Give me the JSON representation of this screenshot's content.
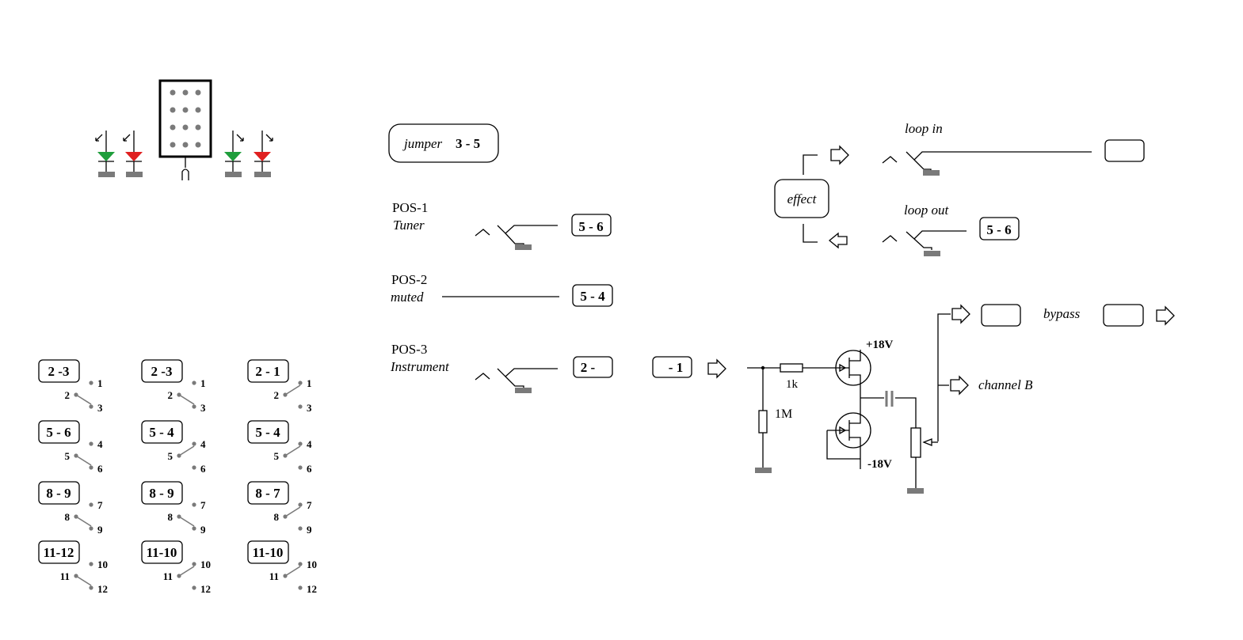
{
  "jumper": {
    "label": "jumper",
    "value": "3 - 5"
  },
  "positions": [
    {
      "name": "POS-1",
      "sub": "Tuner",
      "jumper": "5 - 6"
    },
    {
      "name": "POS-2",
      "sub": "muted",
      "jumper": "5 - 4"
    },
    {
      "name": "POS-3",
      "sub": "Instrument",
      "jumper_a": "2 -",
      "jumper_b": "- 1"
    }
  ],
  "loop": {
    "effect": "effect",
    "in": "loop in",
    "out": "loop out",
    "out_jumper": "5 - 6"
  },
  "circuit": {
    "r1": "1k",
    "r2": "1M",
    "vplus": "+18V",
    "vminus": "-18V",
    "bypass": "bypass",
    "channel_b": "channel B"
  },
  "switch_matrix": {
    "columns": [
      [
        "2 -3",
        "5 - 6",
        "8 - 9",
        "11-12"
      ],
      [
        "2 -3",
        "5 - 4",
        "8 - 9",
        "11-10"
      ],
      [
        "2 - 1",
        "5 - 4",
        "8 - 7",
        "11-10"
      ]
    ],
    "pins": [
      [
        "1",
        "2",
        "3"
      ],
      [
        "4",
        "5",
        "6"
      ],
      [
        "7",
        "8",
        "9"
      ],
      [
        "10",
        "11",
        "12"
      ]
    ]
  },
  "colors": {
    "led_green": "#1f9e3c",
    "led_red": "#e02020",
    "ground": "#7a7a7a",
    "line": "#000000"
  }
}
